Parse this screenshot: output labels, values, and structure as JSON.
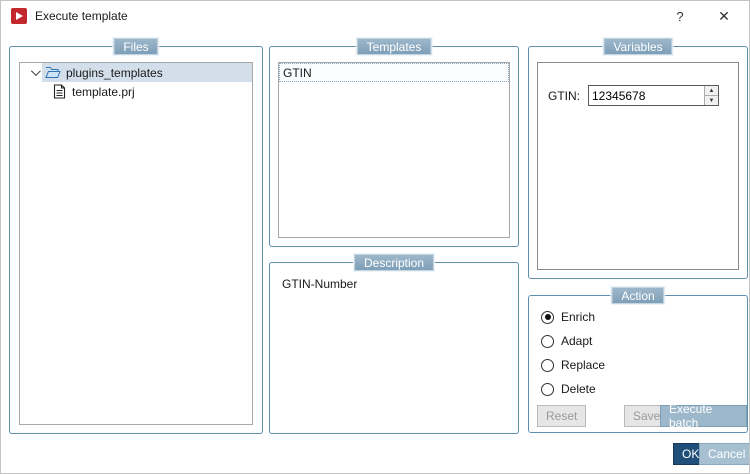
{
  "window": {
    "title": "Execute template",
    "help_label": "?",
    "close_label": "✕"
  },
  "panels": {
    "files": {
      "label": "Files",
      "tree": [
        {
          "name": "plugins_templates",
          "type": "folder",
          "expanded": true,
          "selected": true
        },
        {
          "name": "template.prj",
          "type": "file",
          "selected": false
        }
      ]
    },
    "templates": {
      "label": "Templates",
      "items": [
        {
          "name": "GTIN",
          "selected": true
        }
      ]
    },
    "description": {
      "label": "Description",
      "text": "GTIN-Number"
    },
    "variables": {
      "label": "Variables",
      "fields": [
        {
          "label": "GTIN:",
          "value": "12345678"
        }
      ]
    },
    "action": {
      "label": "Action",
      "options": [
        {
          "label": "Enrich",
          "selected": true
        },
        {
          "label": "Adapt",
          "selected": false
        },
        {
          "label": "Replace",
          "selected": false
        },
        {
          "label": "Delete",
          "selected": false
        }
      ],
      "buttons": {
        "reset": "Reset",
        "save": "Save",
        "execute_batch": "Execute batch"
      },
      "buttons_state": {
        "reset": "disabled",
        "save": "disabled",
        "execute_batch": "enabled"
      }
    }
  },
  "footer": {
    "ok": "OK",
    "cancel": "Cancel"
  },
  "colors": {
    "groupbox_border": "#5f8faf",
    "badge_bg": "#8aa9c1",
    "badge_text": "#ffffff",
    "tree_selection_bg": "#d2deea",
    "ok_button_bg": "#1f4e79",
    "cancel_button_bg": "#a6bfd1",
    "execute_batch_bg": "#9db7cb",
    "app_icon_red": "#c1272d"
  }
}
